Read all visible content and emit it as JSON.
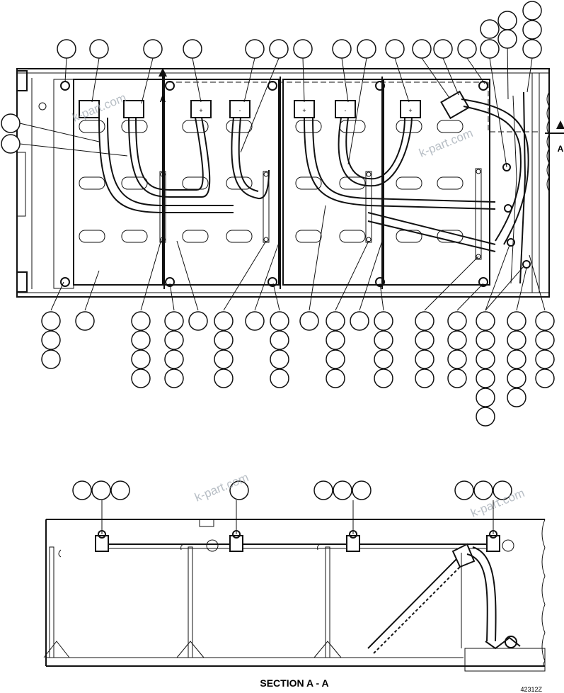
{
  "section_label": "SECTION A - A",
  "section_marker": "A",
  "drawing_code": "42312Z",
  "watermark": "k-part.com",
  "terminal_plus": "+",
  "terminal_minus": "-"
}
